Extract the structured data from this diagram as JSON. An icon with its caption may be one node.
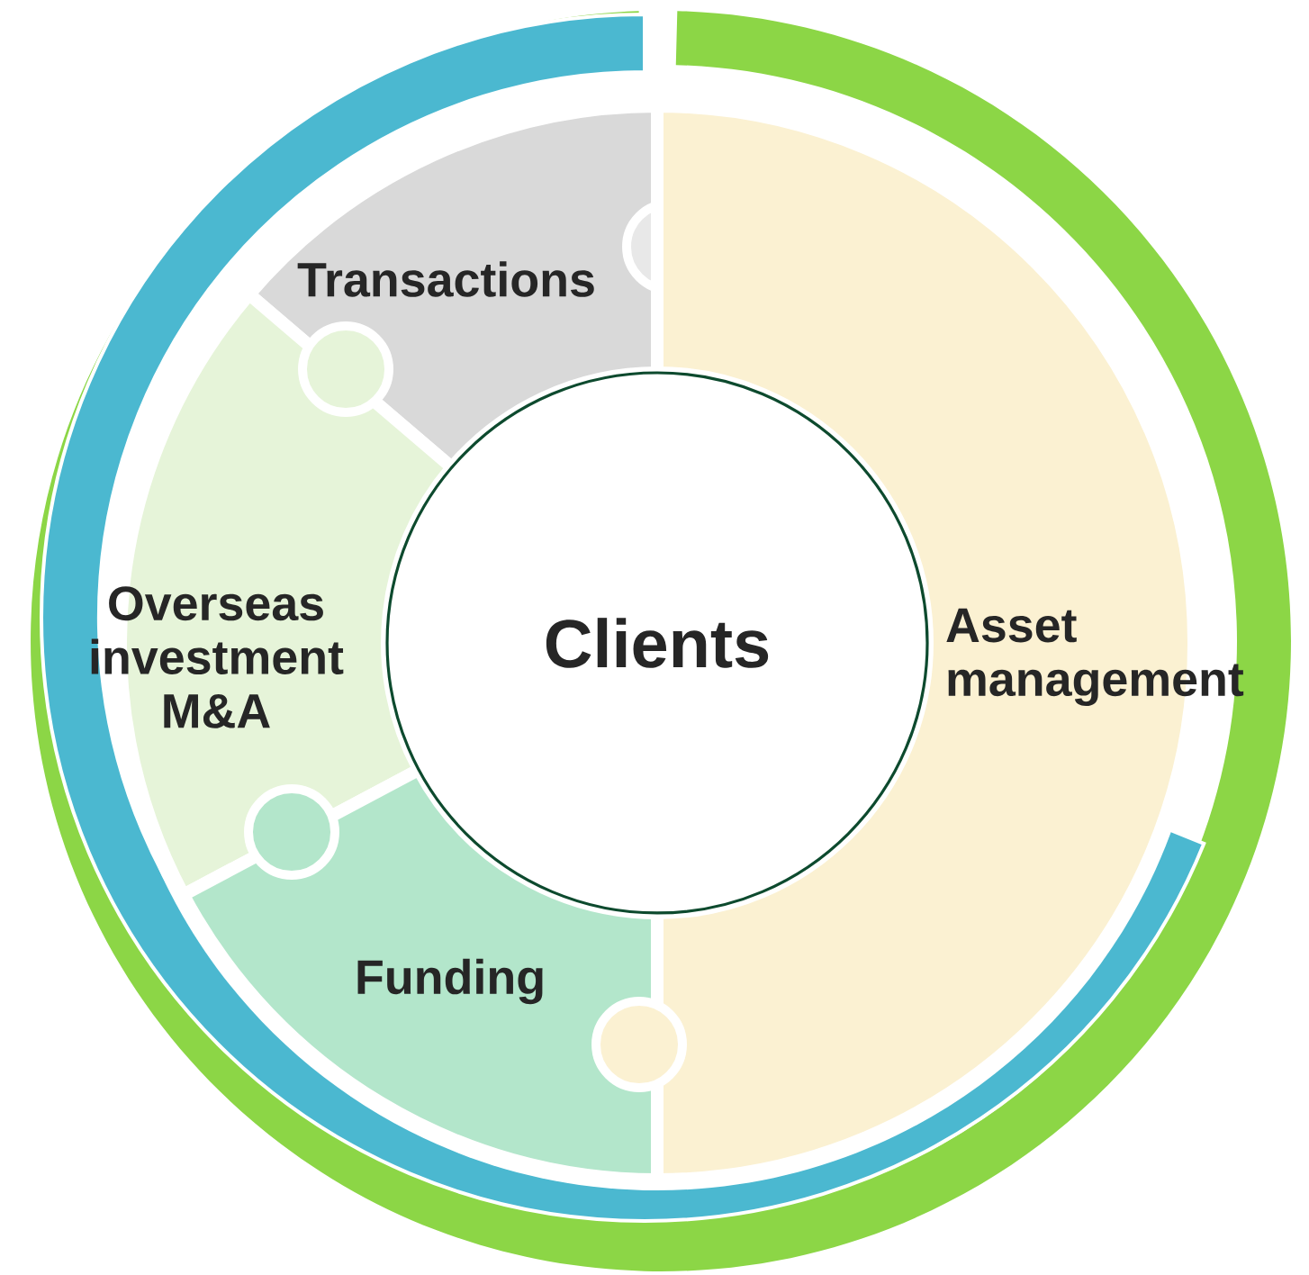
{
  "diagram": {
    "nodes": [
      {
        "text": [
          "Clients"
        ]
      },
      {
        "text": [
          "Transactions"
        ]
      },
      {
        "text": [
          "Overseas investment M&A"
        ]
      },
      {
        "text": [
          "Funding"
        ]
      },
      {
        "text": [
          "Asset management"
        ]
      }
    ]
  }
}
